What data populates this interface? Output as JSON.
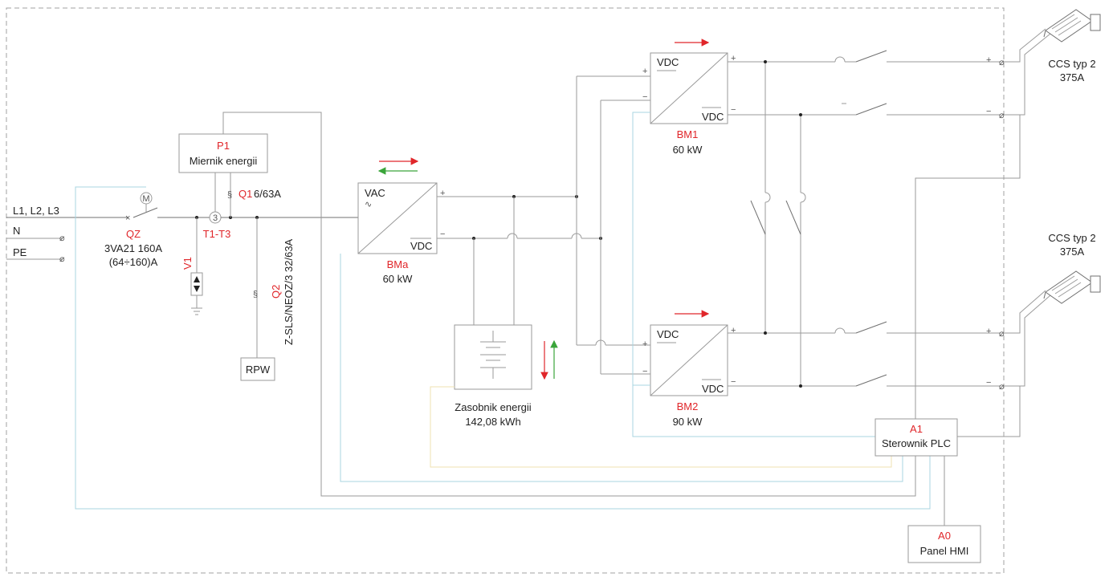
{
  "lines": {
    "l123": "L1, L2, L3",
    "n": "N",
    "pe": "PE"
  },
  "qz": {
    "ref": "QZ",
    "model": "3VA21 160A",
    "range": "(64÷160)A",
    "motor": "M"
  },
  "meter": {
    "ref": "P1",
    "name": "Miernik energii"
  },
  "ct": {
    "ref": "T1-T3",
    "count": "3"
  },
  "q1": {
    "ref": "Q1",
    "rating": "6/63A"
  },
  "q2": {
    "ref": "Q2",
    "model": "Z-SLS/NEOZ/3 32/63A"
  },
  "v1": {
    "ref": "V1"
  },
  "rpw": {
    "name": "RPW"
  },
  "bma": {
    "ref": "BMa",
    "power": "60 kW",
    "in": "VAC",
    "out": "VDC"
  },
  "storage": {
    "name": "Zasobnik energii",
    "capacity": "142,08 kWh"
  },
  "bm1": {
    "ref": "BM1",
    "power": "60 kW",
    "in": "VDC",
    "out": "VDC"
  },
  "bm2": {
    "ref": "BM2",
    "power": "90 kW",
    "in": "VDC",
    "out": "VDC"
  },
  "plc": {
    "ref": "A1",
    "name": "Sterownik PLC"
  },
  "hmi": {
    "ref": "A0",
    "name": "Panel HMI"
  },
  "ccs1": {
    "type": "CCS typ 2",
    "current": "375A"
  },
  "ccs2": {
    "type": "CCS typ 2",
    "current": "375A"
  },
  "polarity": {
    "plus": "+",
    "minus": "−"
  },
  "colors": {
    "label_red": "#e0262a",
    "arrow_red": "#e0262a",
    "arrow_green": "#3aa53a",
    "wire": "#9a9a9a",
    "control_blue": "#a9d4e0",
    "control_yellow": "#efe1b0",
    "enclosure": "#a0a0a0"
  }
}
